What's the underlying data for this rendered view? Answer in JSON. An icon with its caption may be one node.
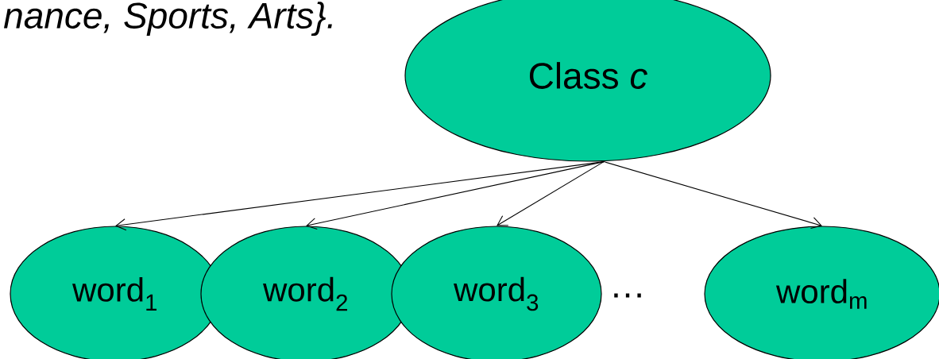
{
  "diagram": {
    "nodes": [
      {
        "text": [
          "Class *c*"
        ]
      },
      {
        "text": [
          "word$_{1}$"
        ]
      },
      {
        "text": [
          "word$_{2}$"
        ]
      },
      {
        "text": [
          "word$_{3}$"
        ]
      },
      {
        "text": [
          "word$_{m}$"
        ]
      }
    ],
    "edges": [
      {
        "from": 0,
        "to": 1,
        "arrow": "to"
      },
      {
        "from": 0,
        "to": 2,
        "arrow": "to"
      },
      {
        "from": 0,
        "to": 3,
        "arrow": "to"
      },
      {
        "from": 0,
        "to": 4,
        "arrow": "to"
      }
    ],
    "labels": [
      "nance, Sports, Arts}.",
      "…"
    ]
  }
}
